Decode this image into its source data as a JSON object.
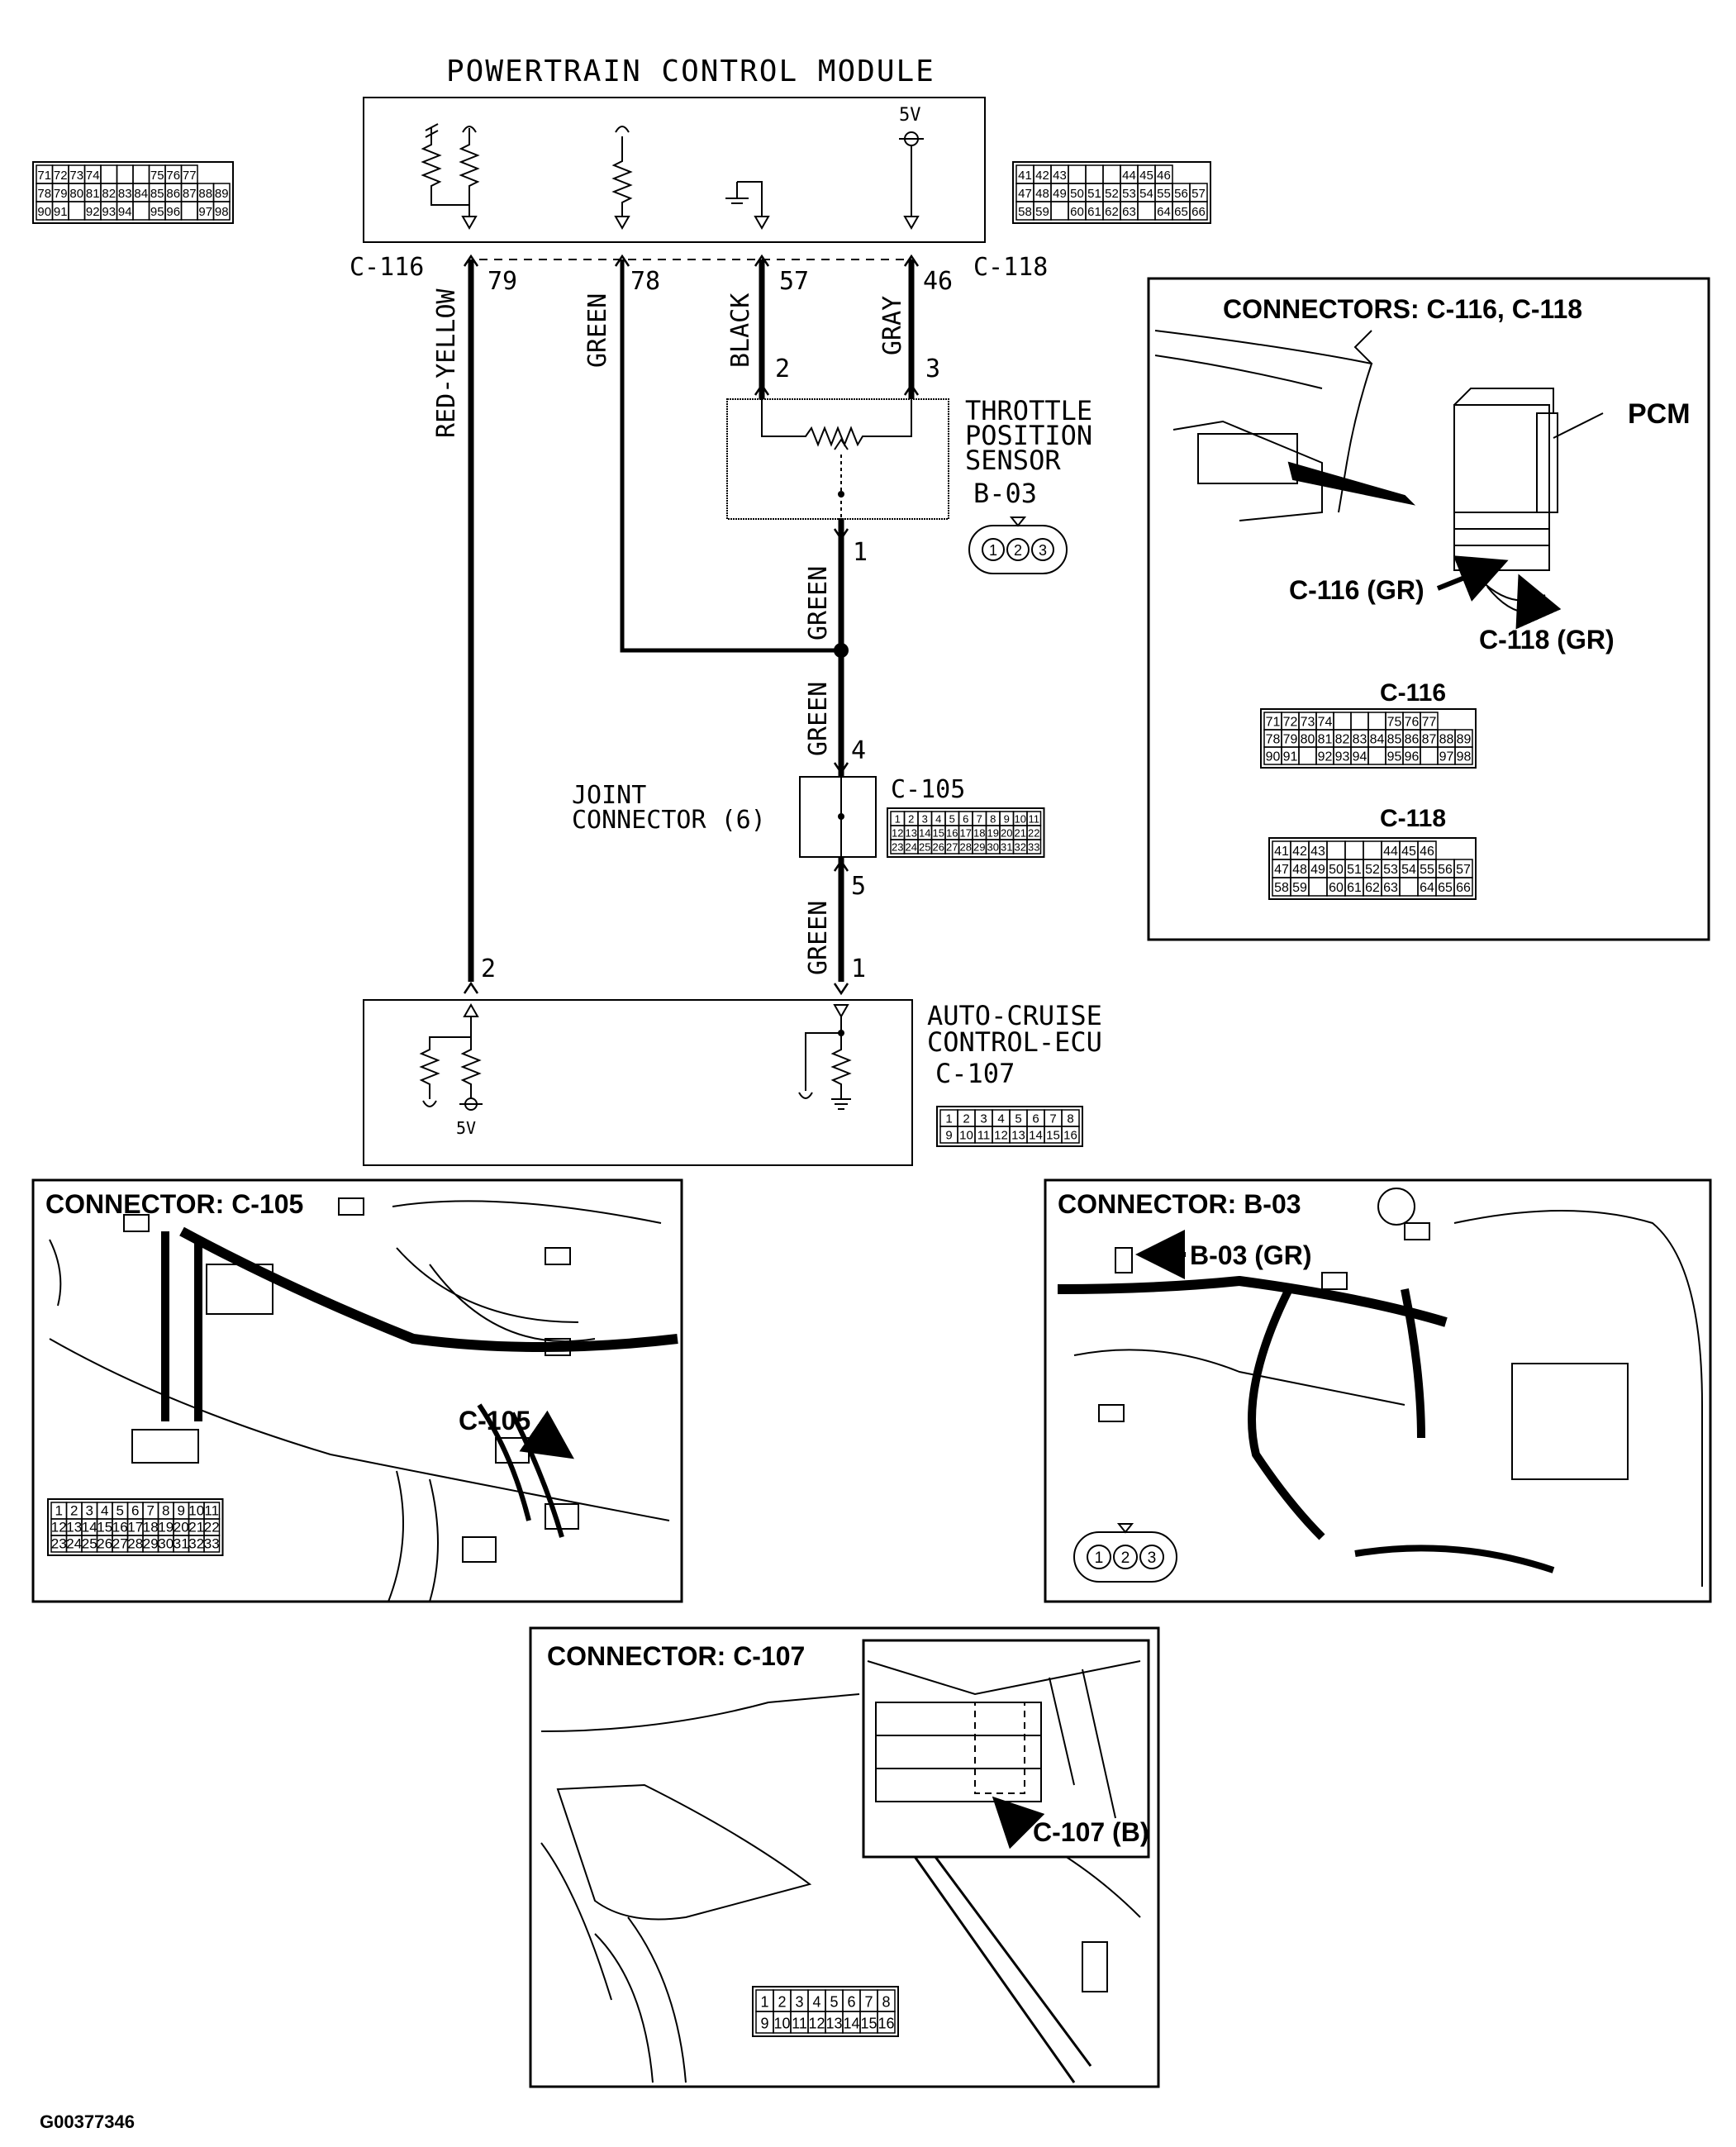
{
  "pcm": {
    "title": "POWERTRAIN CONTROL MODULE",
    "voltage_label": "5V",
    "connector_left": "C-116",
    "connector_right": "C-118",
    "pins": [
      "79",
      "78",
      "57",
      "46"
    ]
  },
  "wires": {
    "red_yellow": "RED-YELLOW",
    "green": "GREEN",
    "black": "BLACK",
    "gray": "GRAY"
  },
  "tps": {
    "title_line1": "THROTTLE",
    "title_line2": "POSITION",
    "title_line3": "SENSOR",
    "connector": "B-03",
    "pin_black": "2",
    "pin_gray": "3",
    "pin_out": "1"
  },
  "joint": {
    "title_line1": "JOINT",
    "title_line2": "CONNECTOR (6)",
    "connector": "C-105",
    "pin_in": "4",
    "pin_out": "5"
  },
  "ecu": {
    "title_line1": "AUTO-CRUISE",
    "title_line2": "CONTROL-ECU",
    "connector": "C-107",
    "pin_left": "2",
    "pin_right": "1",
    "voltage_label": "5V"
  },
  "grids": {
    "c116": [
      [
        "71",
        "72",
        "73",
        "74",
        "",
        "",
        "",
        "75",
        "76",
        "77"
      ],
      [
        "78",
        "79",
        "80",
        "81",
        "82",
        "83",
        "84",
        "85",
        "86",
        "87",
        "88",
        "89"
      ],
      [
        "90",
        "91",
        "",
        "92",
        "93",
        "94",
        "",
        "95",
        "96",
        "",
        "97",
        "98"
      ]
    ],
    "c118": [
      [
        "41",
        "42",
        "43",
        "",
        "",
        "",
        "44",
        "45",
        "46"
      ],
      [
        "47",
        "48",
        "49",
        "50",
        "51",
        "52",
        "53",
        "54",
        "55",
        "56",
        "57"
      ],
      [
        "58",
        "59",
        "",
        "60",
        "61",
        "62",
        "63",
        "",
        "64",
        "65",
        "66"
      ]
    ],
    "c105": [
      [
        "1",
        "2",
        "3",
        "4",
        "5",
        "6",
        "7",
        "8",
        "9",
        "10",
        "11"
      ],
      [
        "12",
        "13",
        "14",
        "15",
        "16",
        "17",
        "18",
        "19",
        "20",
        "21",
        "22"
      ],
      [
        "23",
        "24",
        "25",
        "26",
        "27",
        "28",
        "29",
        "30",
        "31",
        "32",
        "33"
      ]
    ],
    "c107": [
      [
        "1",
        "2",
        "3",
        "4",
        "5",
        "6",
        "7",
        "8"
      ],
      [
        "9",
        "10",
        "11",
        "12",
        "13",
        "14",
        "15",
        "16"
      ]
    ],
    "b03": [
      "1",
      "2",
      "3"
    ]
  },
  "panels": {
    "pcm": {
      "title": "CONNECTORS: C-116, C-118",
      "label_pcm": "PCM",
      "label_c116": "C-116 (GR)",
      "label_c118": "C-118 (GR)",
      "grid_title_c116": "C-116",
      "grid_title_c118": "C-118"
    },
    "c105": {
      "title": "CONNECTOR: C-105",
      "callout": "C-105"
    },
    "b03": {
      "title": "CONNECTOR: B-03",
      "callout": "B-03 (GR)"
    },
    "c107": {
      "title": "CONNECTOR: C-107",
      "callout": "C-107 (B)"
    }
  },
  "figure_id": "G00377346"
}
